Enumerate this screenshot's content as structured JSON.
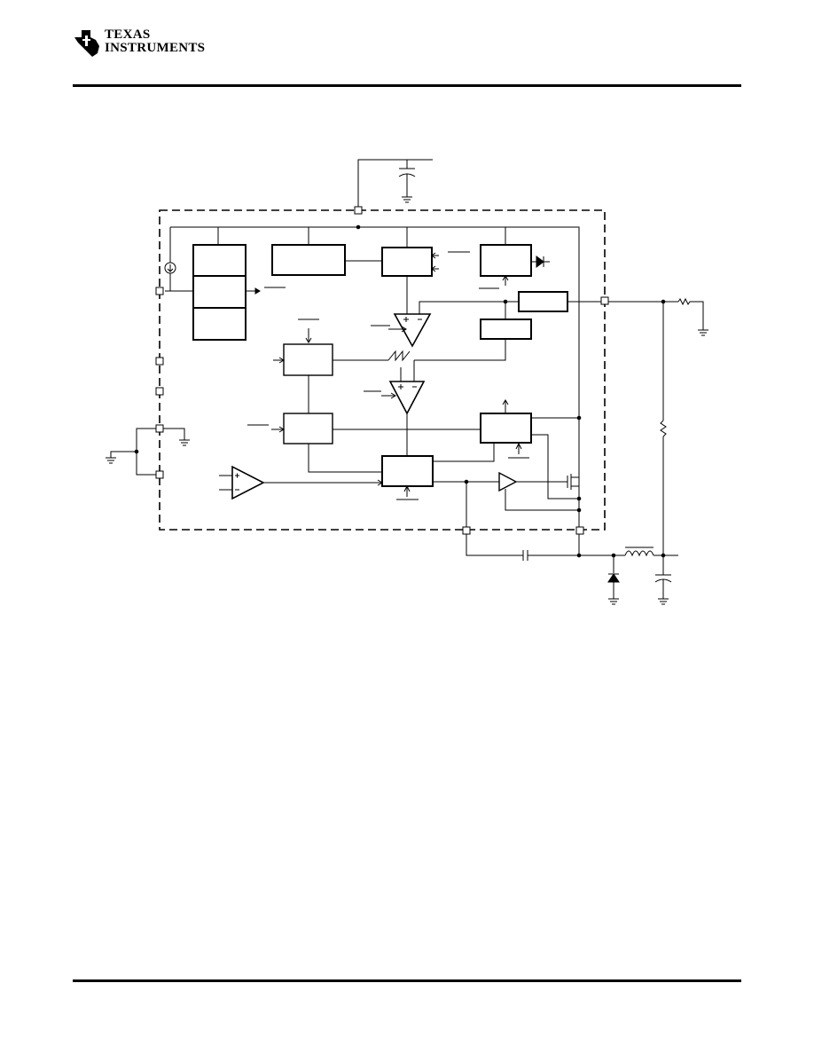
{
  "header": {
    "brand_line1": "TEXAS",
    "brand_line2": "INSTRUMENTS",
    "logo_icon": "ti-state-logo-icon"
  },
  "diagram": {
    "type": "functional-block-diagram",
    "labels": []
  }
}
